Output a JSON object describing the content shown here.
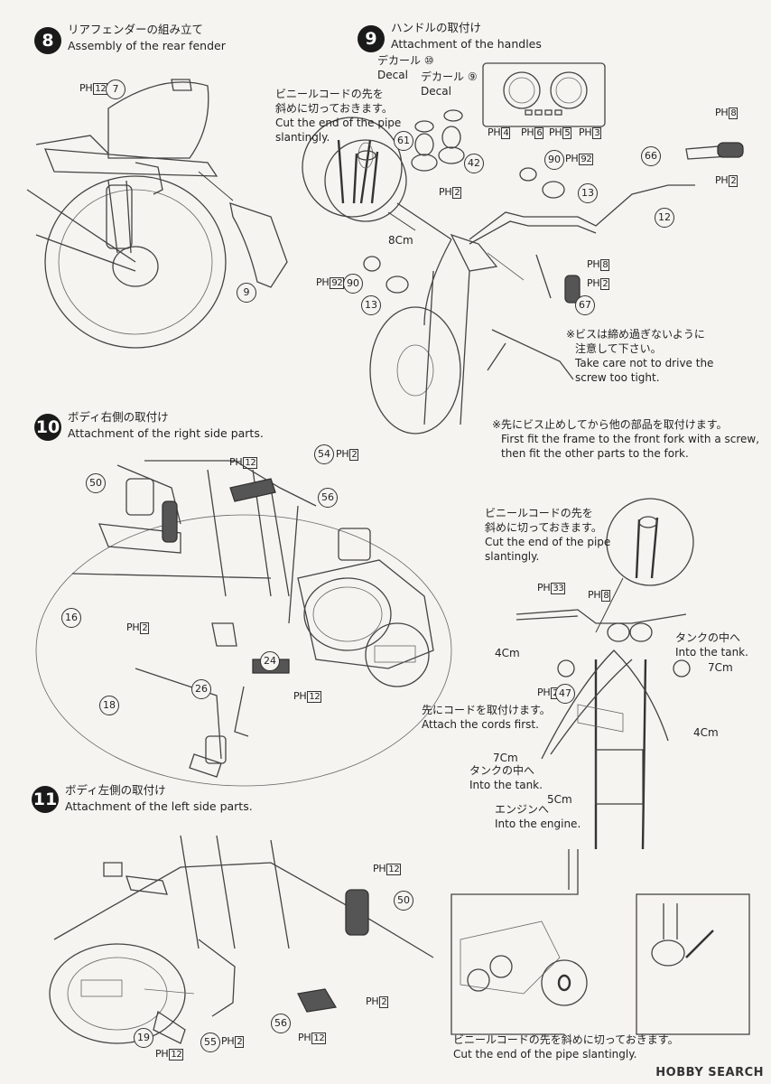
{
  "steps": [
    {
      "number": "8",
      "title_jp": "リアフェンダーの組み立て",
      "title_en": "Assembly of the rear fender"
    },
    {
      "number": "9",
      "title_jp": "ハンドルの取付け",
      "title_en": "Attachment of the handles"
    },
    {
      "number": "10",
      "title_jp": "ボディ右側の取付け",
      "title_en": "Attachment of the right side parts."
    },
    {
      "number": "11",
      "title_jp": "ボディ左側の取付け",
      "title_en": "Attachment of the left side parts."
    }
  ],
  "step9": {
    "decal_10_jp": "デカール ⑩",
    "decal_10_en": "Decal",
    "decal_9_jp": "デカール ⑨",
    "decal_9_en": "Decal",
    "pipe_note_jp1": "ビニールコードの先を",
    "pipe_note_jp2": "斜めに切っておきます。",
    "pipe_note_en1": "Cut the end of the pipe",
    "pipe_note_en2": "slantingly.",
    "cord_len": "8Cm",
    "screw_note_jp1": "※ビスは締め過ぎないように",
    "screw_note_jp2": "注意して下さい。",
    "screw_note_en1": "Take care not to drive the",
    "screw_note_en2": "screw too tight.",
    "fork_note_jp": "※先にビス止めしてから他の部品を取付けます。",
    "fork_note_en1": "First fit the frame to the front fork with a screw,",
    "fork_note_en2": "then fit the other parts to the fork."
  },
  "cords": {
    "pipe_note_jp1": "ビニールコードの先を",
    "pipe_note_jp2": "斜めに切っておきます。",
    "pipe_note_en1": "Cut the end of the pipe",
    "pipe_note_en2": "slantingly.",
    "len_4cm_left": "4Cm",
    "len_7cm_right": "7Cm",
    "len_4cm_right": "4Cm",
    "tank_jp": "タンクの中へ",
    "tank_en": "Into the tank.",
    "attach_jp": "先にコードを取付けます。",
    "attach_en": "Attach the cords first.",
    "len_7cm_bottom": "7Cm",
    "tank2_jp": "タンクの中へ",
    "tank2_en": "Into the tank.",
    "len_5cm": "5Cm",
    "engine_jp": "エンジンへ",
    "engine_en": "Into the engine.",
    "bottom_jp": "ビニールコードの先を斜めに切っておきます。",
    "bottom_en": "Cut the end of the pipe slantingly."
  },
  "ph_prefix": "PH",
  "ph_labels": {
    "s8_12": "12",
    "s9_8a": "8",
    "s9_2a": "2",
    "s9_4": "4",
    "s9_6": "6",
    "s9_5": "5",
    "s9_3": "3",
    "s9_2b": "2",
    "s9_92a": "92",
    "s9_92b": "92",
    "s9_8b": "8",
    "s9_2c": "2",
    "s10_12a": "12",
    "s10_2a": "2",
    "s10_2b": "2",
    "s10_12b": "12",
    "s11_12a": "12",
    "s11_2a": "2",
    "s11_12b": "12",
    "s11_12c": "12",
    "s11_2b": "2",
    "c_33": "33",
    "c_8": "8",
    "c_2": "2"
  },
  "parts": {
    "s8_7": "7",
    "s8_9": "9",
    "s9_61": "61",
    "s9_42": "42",
    "s9_90a": "90",
    "s9_13a": "13",
    "s9_66": "66",
    "s9_12": "12",
    "s9_90b": "90",
    "s9_13b": "13",
    "s9_67": "67",
    "s10_50": "50",
    "s10_54": "54",
    "s10_56": "56",
    "s10_16": "16",
    "s10_24": "24",
    "s10_18": "18",
    "s10_26": "26",
    "s11_50": "50",
    "s11_56": "56",
    "s11_19": "19",
    "s11_55": "55",
    "c_47": "47"
  },
  "watermark": "HOBBY SEARCH"
}
